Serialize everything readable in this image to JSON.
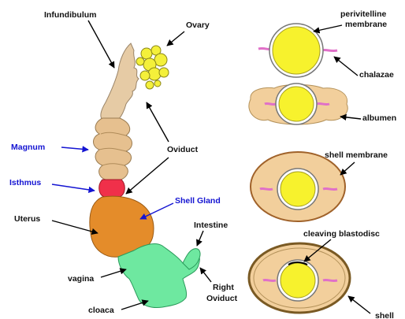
{
  "labels": {
    "infundibulum": "Infundibulum",
    "ovary": "Ovary",
    "magnum": "Magnum",
    "isthmus": "Isthmus",
    "oviduct": "Oviduct",
    "shell_gland": "Shell Gland",
    "uterus": "Uterus",
    "intestine": "Intestine",
    "vagina": "vagina",
    "cloaca": "cloaca",
    "right_oviduct_line1": "Right",
    "right_oviduct_line2": "Oviduct",
    "perivitelline_line1": "perivitelline",
    "perivitelline_line2": "membrane",
    "chalazae": "chalazae",
    "albumen": "albumen",
    "shell_membrane": "shell membrane",
    "cleaving_blastodisc": "cleaving blastodisc",
    "shell": "shell"
  },
  "colors": {
    "infundibulum": "#e6cba5",
    "ovary": "#f4f03a",
    "magnum": "#e6c08f",
    "isthmus": "#f0304a",
    "uterus": "#e48c2a",
    "vagina_cloaca": "#6ee8a0",
    "yolk": "#f7f22d",
    "albumen": "#f2cf9c",
    "chalaza": "#e070c8",
    "blue_label": "#1414d2"
  }
}
